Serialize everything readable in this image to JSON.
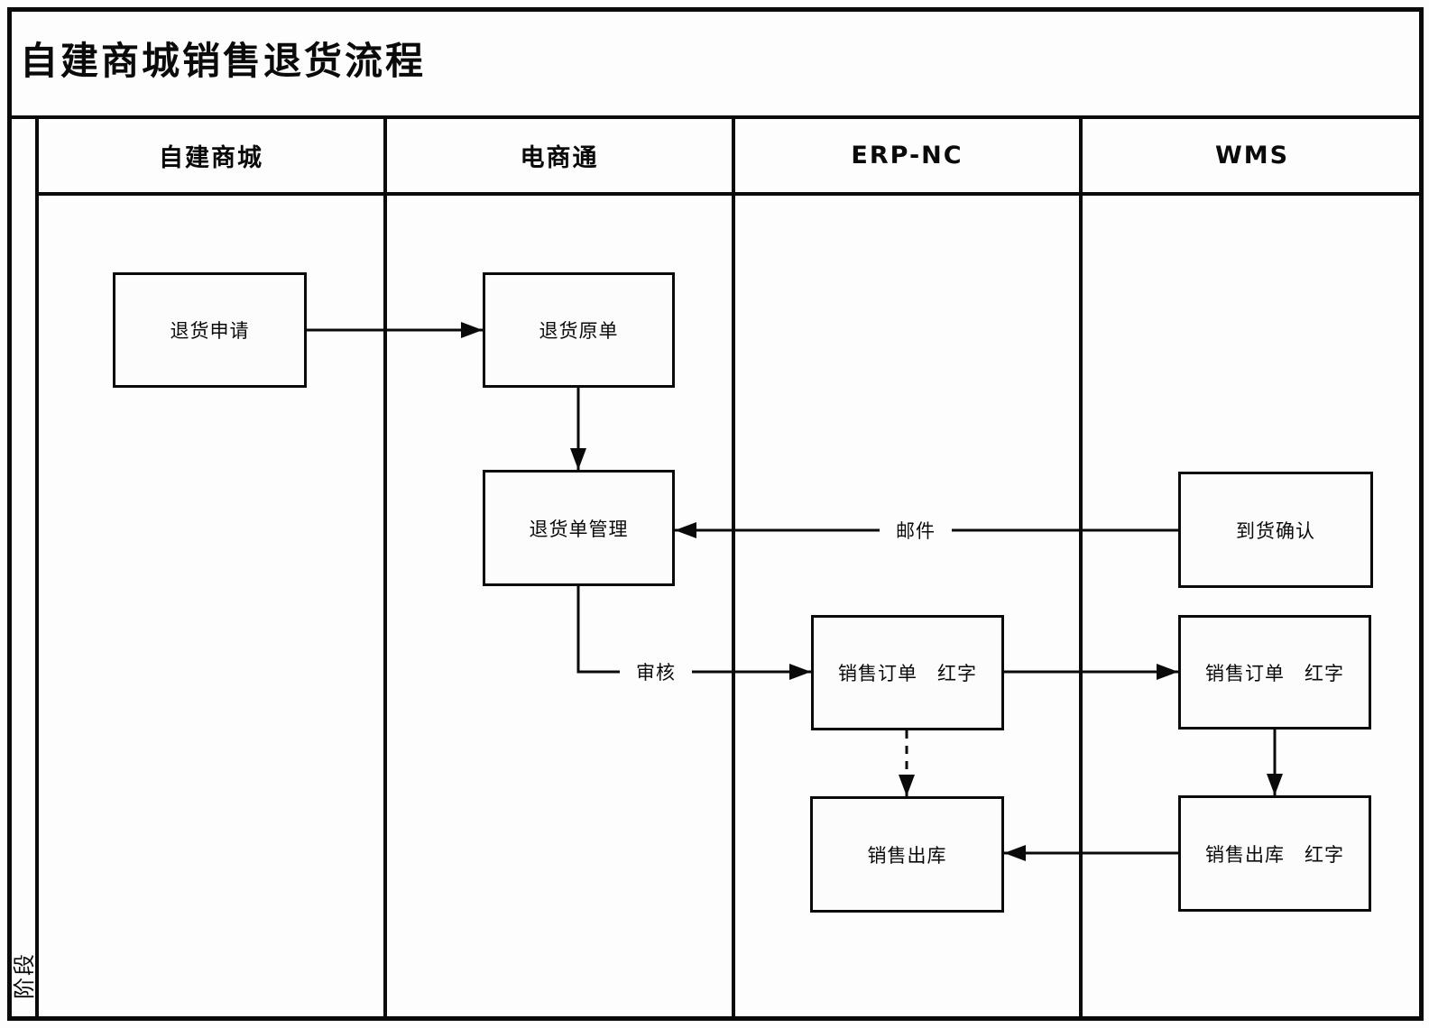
{
  "title": "自建商城销售退货流程",
  "phase_label": "阶段",
  "lanes": [
    {
      "label": "自建商城"
    },
    {
      "label": "电商通"
    },
    {
      "label": "ERP-NC"
    },
    {
      "label": "WMS"
    }
  ],
  "nodes": {
    "return_request": "退货申请",
    "return_original": "退货原单",
    "return_mgmt": "退货单管理",
    "arrival_confirm": "到货确认",
    "sales_order_red_erp": "销售订单　红字",
    "sales_order_red_wms": "销售订单　红字",
    "sales_outbound_erp": "销售出库",
    "sales_outbound_red_wms": "销售出库　红字"
  },
  "edge_labels": {
    "email": "邮件",
    "audit": "审核"
  },
  "colors": {
    "line": "#0a0a0a",
    "background": "#fdfdfd",
    "box_fill": "#fcfcfc"
  }
}
